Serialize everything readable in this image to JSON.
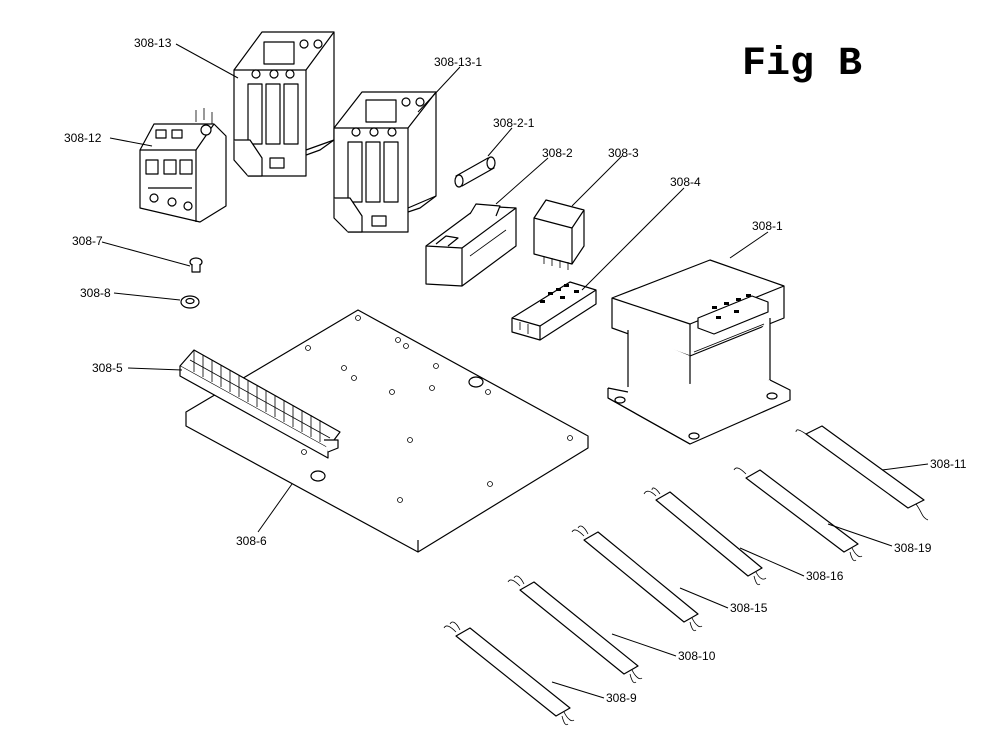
{
  "figure": {
    "title": "Fig B"
  },
  "labels": {
    "p308_13": "308-13",
    "p308_13_1": "308-13-1",
    "p308_12": "308-12",
    "p308_2_1": "308-2-1",
    "p308_2": "308-2",
    "p308_3": "308-3",
    "p308_4": "308-4",
    "p308_1": "308-1",
    "p308_7": "308-7",
    "p308_8": "308-8",
    "p308_5": "308-5",
    "p308_6": "308-6",
    "p308_11": "308-11",
    "p308_19": "308-19",
    "p308_16": "308-16",
    "p308_15": "308-15",
    "p308_10": "308-10",
    "p308_9": "308-9"
  }
}
